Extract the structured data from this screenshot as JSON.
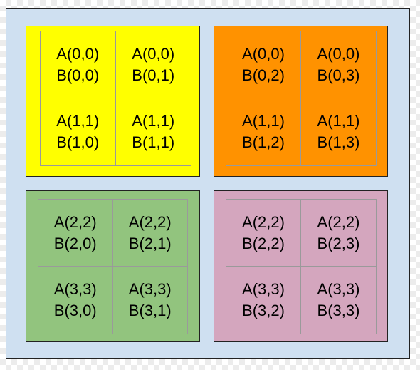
{
  "colors": {
    "background": "#cfe0f1",
    "q00": "#ffff00",
    "q01": "#ff9200",
    "q10": "#92c47e",
    "q11": "#d4a6be",
    "grid_line": "#9a9a9a"
  },
  "quadrants": [
    {
      "cells": [
        {
          "a": "A(0,0)",
          "b": "B(0,0)"
        },
        {
          "a": "A(0,0)",
          "b": "B(0,1)"
        },
        {
          "a": "A(1,1)",
          "b": "B(1,0)"
        },
        {
          "a": "A(1,1)",
          "b": "B(1,1)"
        }
      ]
    },
    {
      "cells": [
        {
          "a": "A(0,0)",
          "b": "B(0,2)"
        },
        {
          "a": "A(0,0)",
          "b": "B(0,3)"
        },
        {
          "a": "A(1,1)",
          "b": "B(1,2)"
        },
        {
          "a": "A(1,1)",
          "b": "B(1,3)"
        }
      ]
    },
    {
      "cells": [
        {
          "a": "A(2,2)",
          "b": "B(2,0)"
        },
        {
          "a": "A(2,2)",
          "b": "B(2,1)"
        },
        {
          "a": "A(3,3)",
          "b": "B(3,0)"
        },
        {
          "a": "A(3,3)",
          "b": "B(3,1)"
        }
      ]
    },
    {
      "cells": [
        {
          "a": "A(2,2)",
          "b": "B(2,2)"
        },
        {
          "a": "A(2,2)",
          "b": "B(2,3)"
        },
        {
          "a": "A(3,3)",
          "b": "B(3,2)"
        },
        {
          "a": "A(3,3)",
          "b": "B(3,3)"
        }
      ]
    }
  ]
}
